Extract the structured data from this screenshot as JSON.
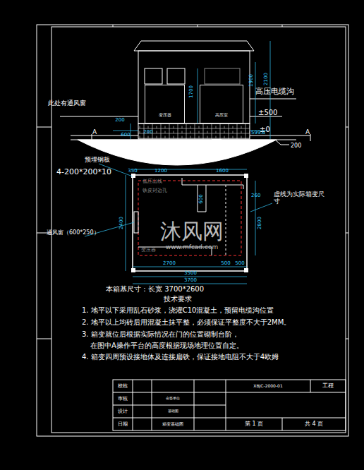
{
  "diagram": {
    "nodes": [
      {
        "text": [
          "变压器"
        ]
      },
      {
        "text": [
          "高压室"
        ]
      }
    ],
    "labels": [
      "此处有通风窗",
      "高压电缆沟",
      "1700",
      "1900",
      "2100",
      "±500",
      "±0",
      "200",
      "A",
      "A",
      "200",
      "600",
      "599.6",
      "200",
      "预埋钢板",
      "4-200*200*10",
      "350",
      "1200",
      "1600",
      "低压出线",
      "铁皮封边孔",
      "600",
      "2400",
      "260",
      "2800",
      "虚线为实际箱变尺寸",
      "通风窗（600*250）",
      "变压器",
      "2700",
      "500",
      "500",
      "3500",
      "3700",
      "本箱基尺寸：长宽 3700*2600",
      "技术要求",
      "1. 地平以下采用乱石砂浆，浇灌C10混凝土，预留电缆沟位置",
      "2. 地平以上均砖后用混凝土抹平整，必须保证平整度不大于2MM。",
      "3. 箱变就位后根据实际情况在门的位置砌制台阶，",
      "在图中A操作平台的高度根据现场地理位置自定。",
      "4. 箱变四周预设接地体及连接扁铁，保证接地电阻不大于4欧姆",
      "校核",
      "审核",
      "设计",
      "日期",
      "会签单位",
      "基础图",
      "箱变基础图",
      "XBJC-2000-01",
      "工程",
      "第 1 页",
      "共 4 页",
      "沐风网",
      "www.mfcad.com"
    ]
  }
}
